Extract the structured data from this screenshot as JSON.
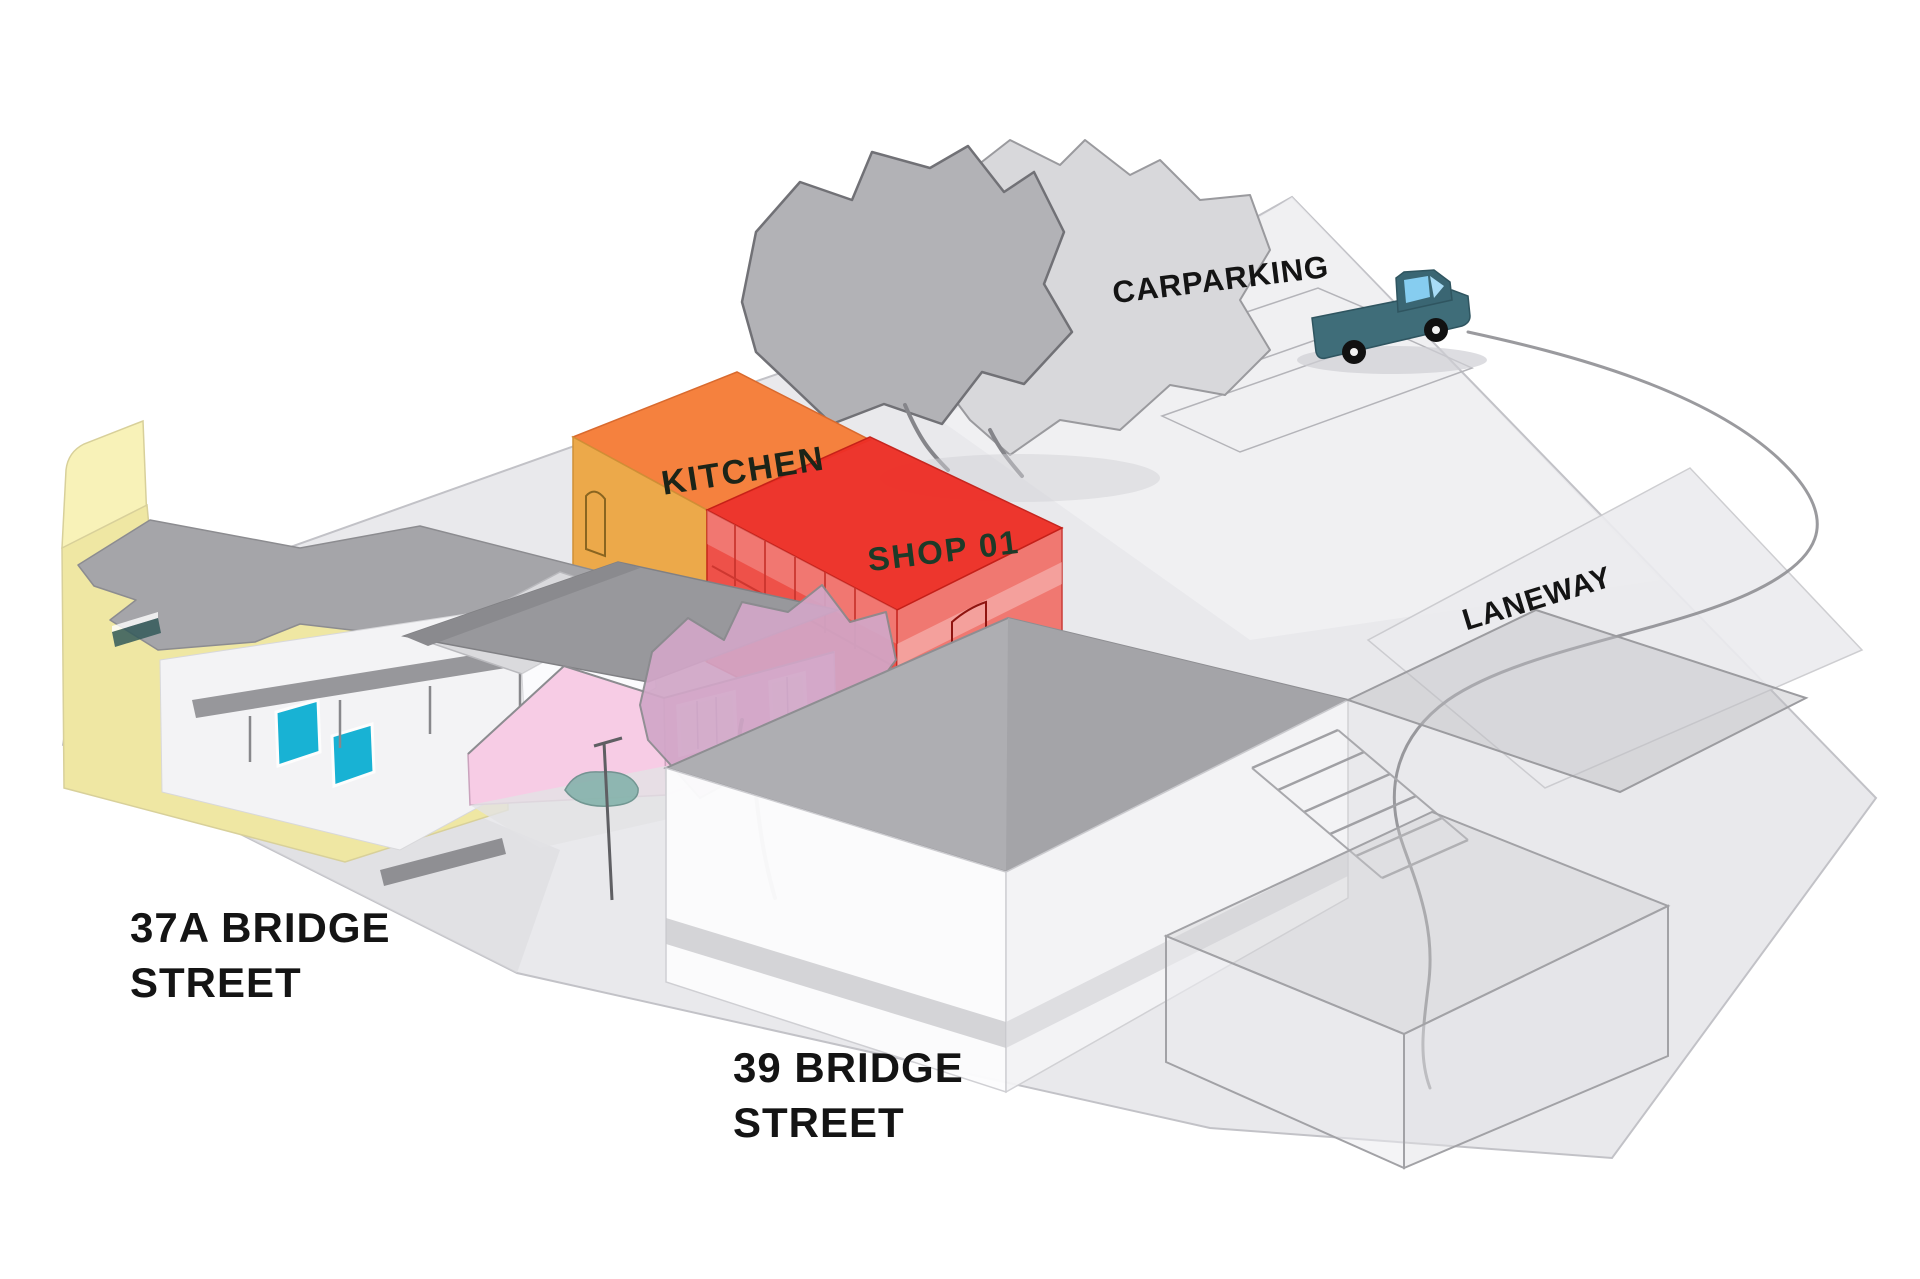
{
  "diagram": {
    "type": "isometric architectural site diagram",
    "background": "#ffffff",
    "labels": {
      "carparking": "CARPARKING",
      "laneway": "LANEWAY",
      "kitchen": "KITCHEN",
      "shop01": "SHOP 01",
      "address_37a": {
        "line1": "37A BRIDGE",
        "line2": "STREET"
      },
      "address_39": {
        "line1": "39 BRIDGE",
        "line2": "STREET"
      }
    },
    "colors": {
      "ground": "#e9e9ec",
      "kitchen_roof": "#f5813e",
      "kitchen_wall": "#eca94a",
      "shop_roof": "#ee2f26",
      "shop_wall_front": "#ef4138",
      "shop_wall_side": "#f2655c",
      "yellow_building_wall": "#efe7a3",
      "pink_house_wall": "#f4c0dd",
      "pink_house_roof": "#98989c",
      "shopfront_glass": "#18b2d4",
      "truck_body": "#3f6d79",
      "truck_window": "#86cdf0",
      "tree_gray": "#b2b2b6",
      "tree_pink": "#d2a7c8",
      "label_text": "#141414",
      "shop_label_text": "#1d3a28"
    }
  }
}
